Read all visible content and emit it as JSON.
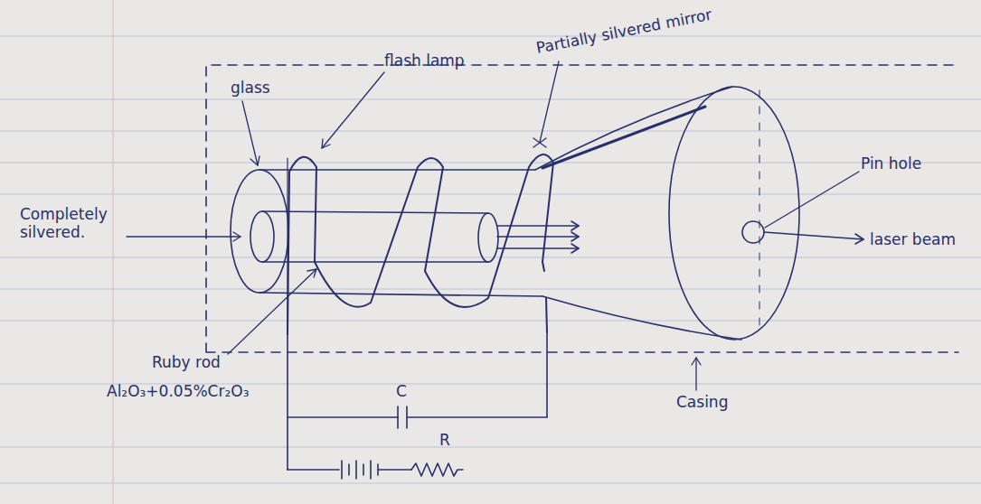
{
  "diagram": {
    "labels": [
      "glass",
      "flash lamp",
      "Partially silvered mirror",
      "Pin hole",
      "laser beam",
      "Completely silvered.",
      "Ruby rod",
      "Al₂O₃+0.05%Cr₂O₃",
      "C",
      "R",
      "Casing"
    ]
  }
}
